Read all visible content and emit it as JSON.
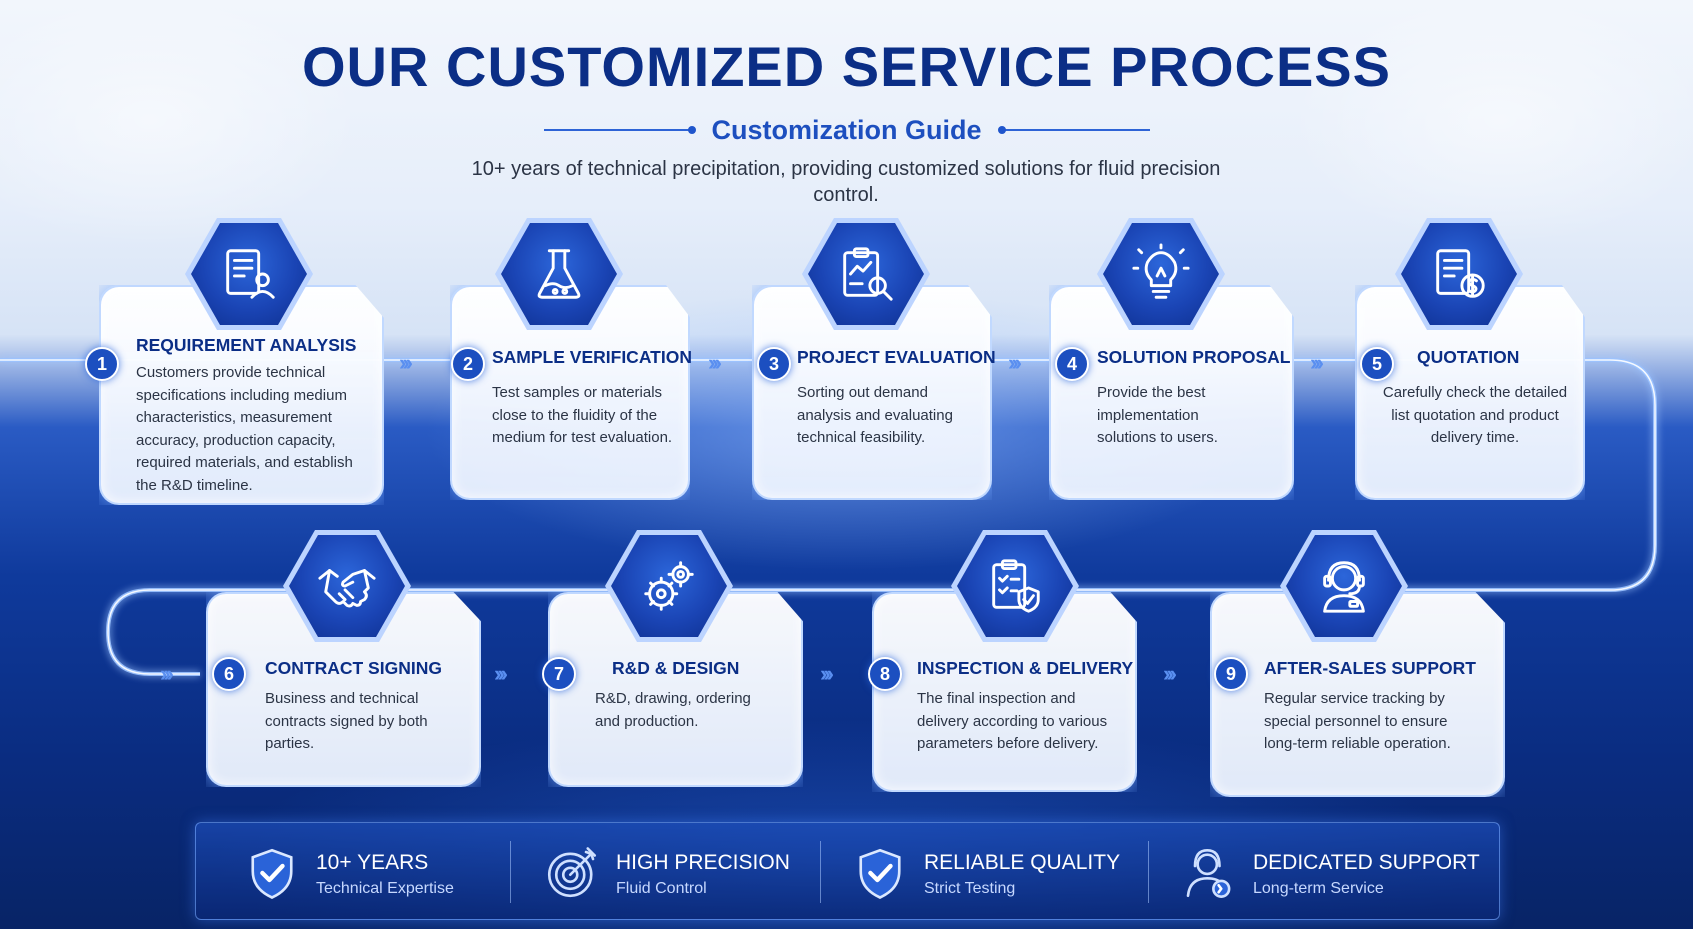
{
  "title": "OUR CUSTOMIZED SERVICE PROCESS",
  "subtitle": "Customization Guide",
  "description": "10+ years of technical precipitation, providing customized solutions for fluid precision control.",
  "steps": [
    {
      "number": "1",
      "title": "REQUIREMENT ANALYSIS",
      "description": "Customers provide technical specifications including medium characteristics, measurement accuracy, production capacity, required materials, and establish the R&D timeline.",
      "icon": "document-user-icon"
    },
    {
      "number": "2",
      "title": "SAMPLE VERIFICATION",
      "description": "Test samples or materials close to the fluidity of the medium for test evaluation.",
      "icon": "flask-icon"
    },
    {
      "number": "3",
      "title": "PROJECT EVALUATION",
      "description": "Sorting out demand analysis and evaluating technical feasibility.",
      "icon": "clipboard-chart-icon"
    },
    {
      "number": "4",
      "title": "SOLUTION PROPOSAL",
      "description": "Provide the best implementation solutions to users.",
      "icon": "lightbulb-icon"
    },
    {
      "number": "5",
      "title": "QUOTATION",
      "description": "Carefully check the detailed list quotation and product delivery time.",
      "icon": "invoice-dollar-icon"
    },
    {
      "number": "6",
      "title": "CONTRACT SIGNING",
      "description": "Business and technical contracts signed by both parties.",
      "icon": "handshake-icon"
    },
    {
      "number": "7",
      "title": "R&D & DESIGN",
      "description": "R&D, drawing, ordering and production.",
      "icon": "gears-icon"
    },
    {
      "number": "8",
      "title": "INSPECTION & DELIVERY",
      "description": "The final inspection and delivery according to various parameters before delivery.",
      "icon": "clipboard-shield-icon"
    },
    {
      "number": "9",
      "title": "AFTER-SALES SUPPORT",
      "description": "Regular service tracking by special personnel to ensure long-term reliable operation.",
      "icon": "support-agent-icon"
    }
  ],
  "features": [
    {
      "title": "10+ YEARS",
      "subtitle": "Technical Expertise",
      "icon": "shield-check-icon"
    },
    {
      "title": "HIGH PRECISION",
      "subtitle": "Fluid Control",
      "icon": "target-icon"
    },
    {
      "title": "RELIABLE QUALITY",
      "subtitle": "Strict Testing",
      "icon": "shield-check-icon"
    },
    {
      "title": "DEDICATED SUPPORT",
      "subtitle": "Long-term Service",
      "icon": "support-person-icon"
    }
  ],
  "colors": {
    "navy": "#0b2e86",
    "accent": "#1d4fbf",
    "glow": "#9cc3ff"
  }
}
